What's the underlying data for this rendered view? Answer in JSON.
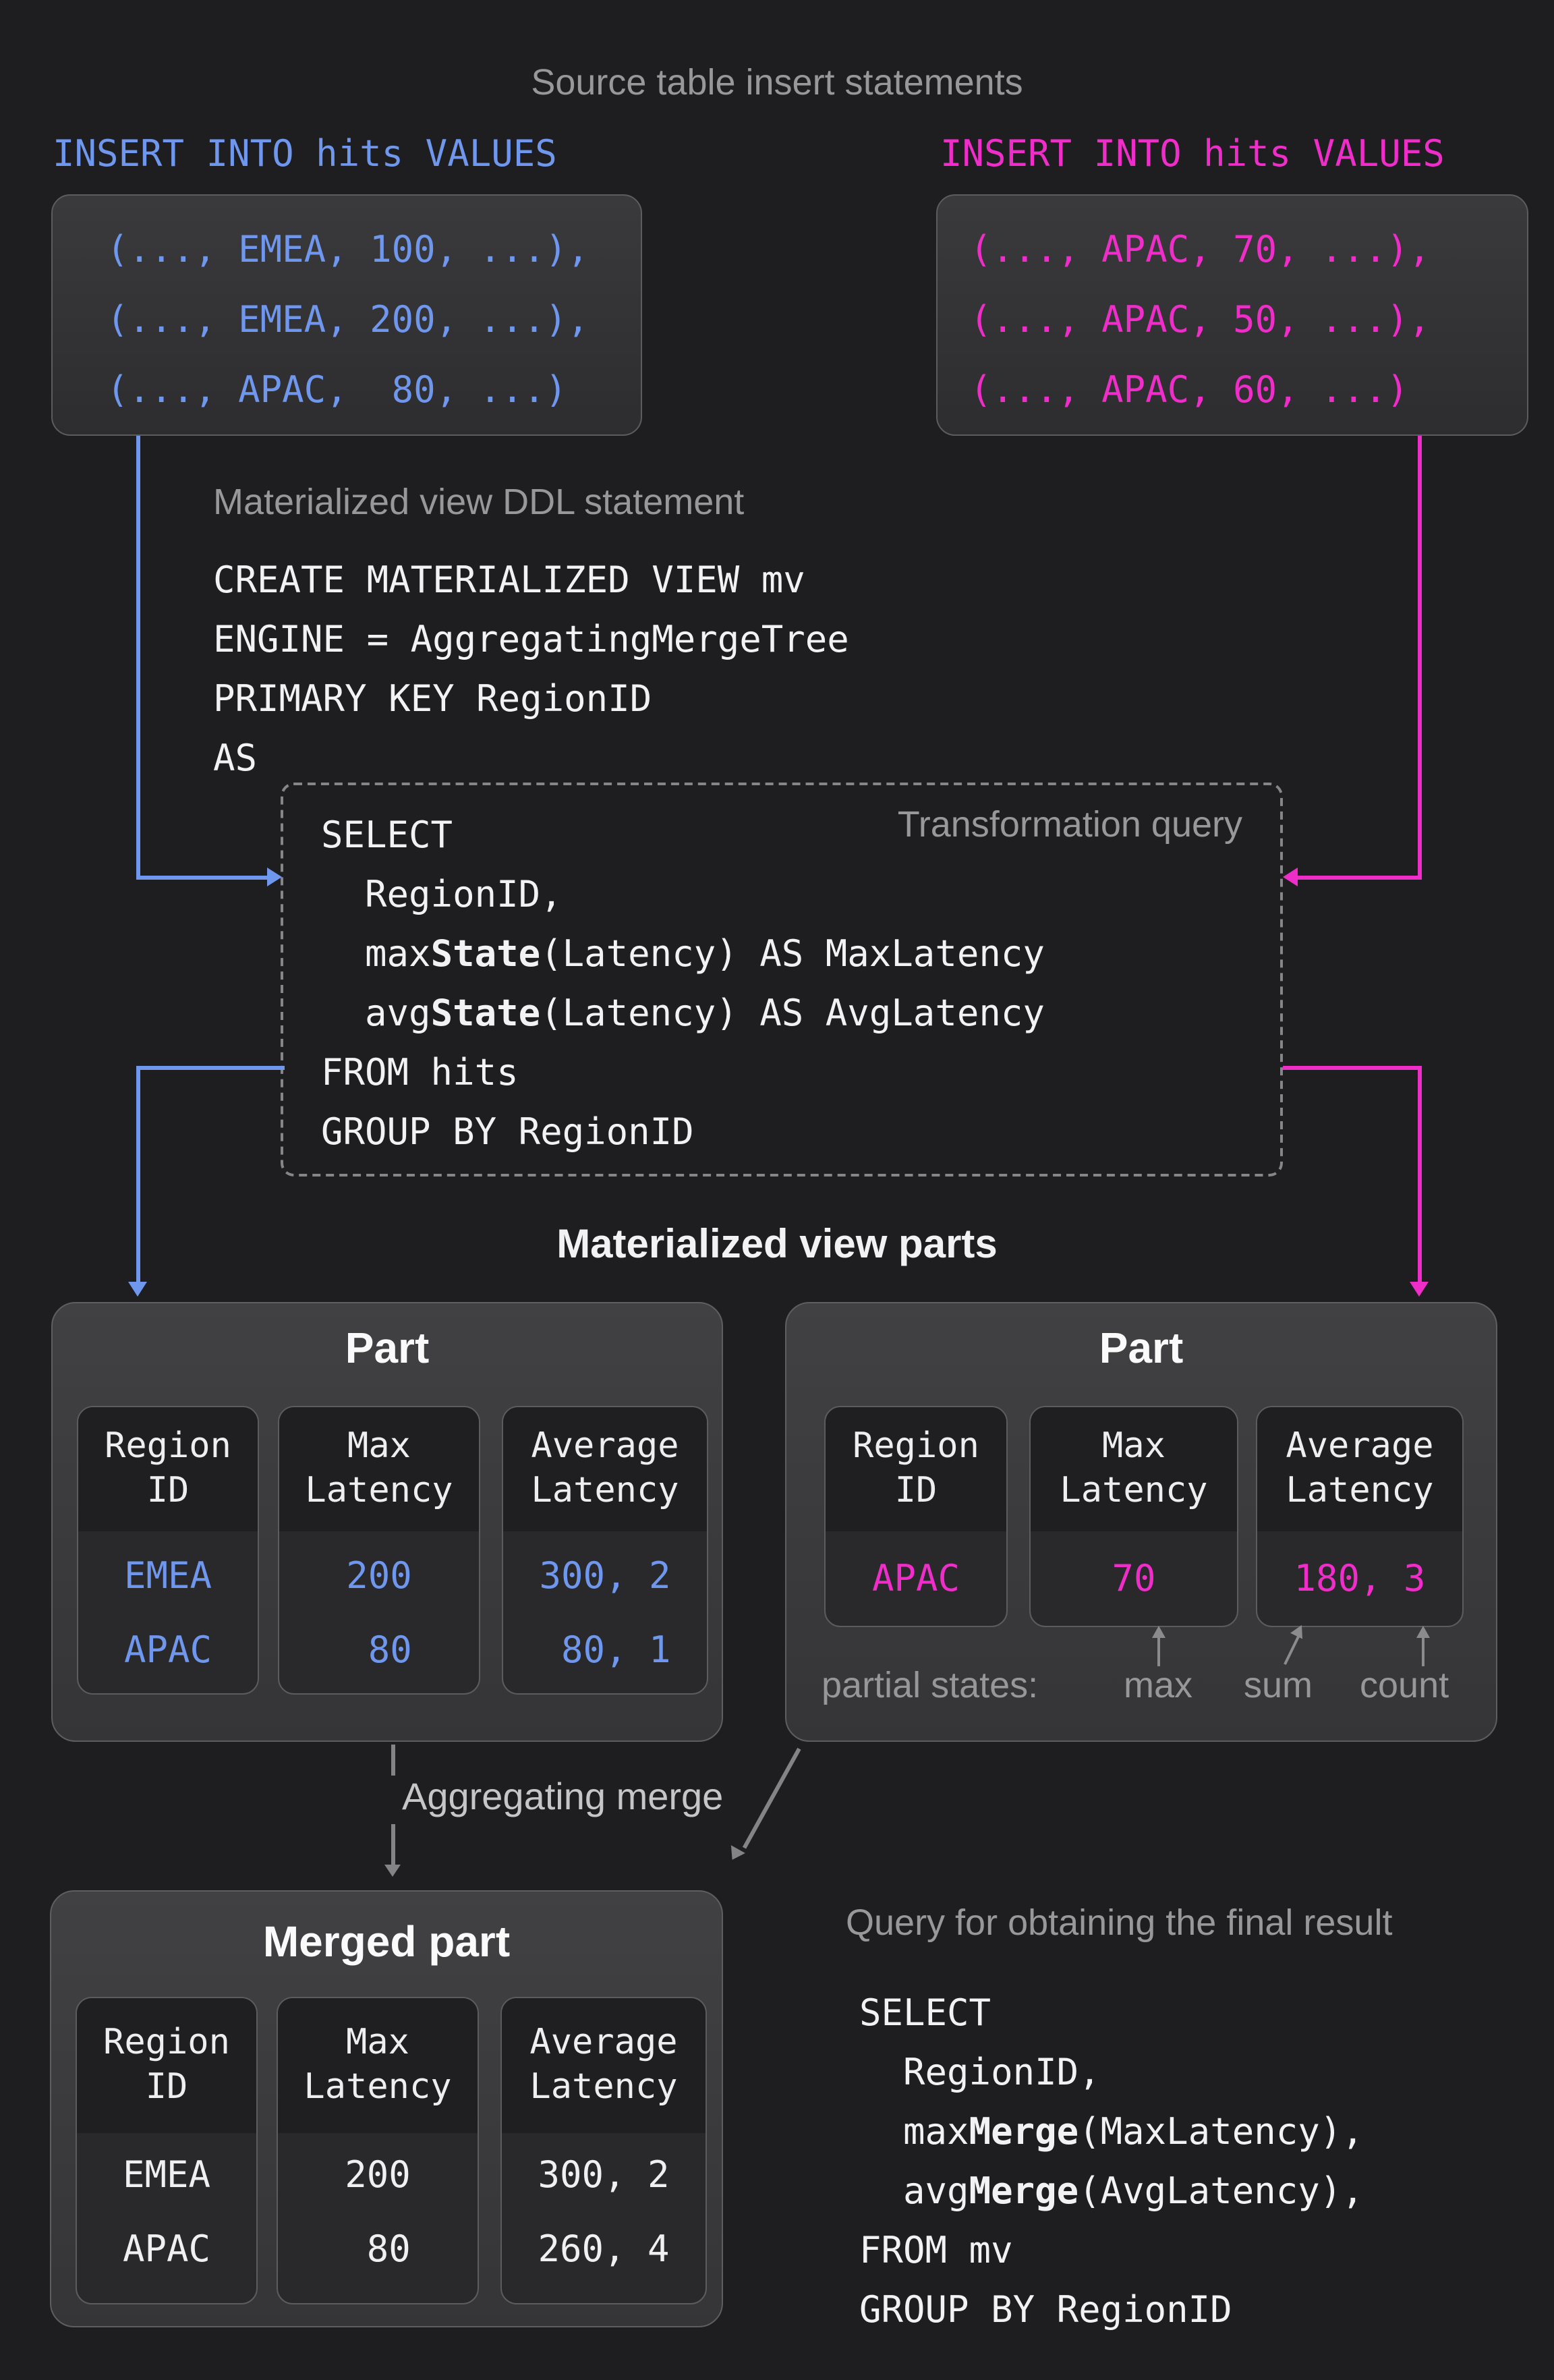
{
  "colors": {
    "accent_blue": "#7097EE",
    "accent_magenta": "#EF2DC9",
    "background": "#1e1e20",
    "panel": "#3a3a3c",
    "card_header": "#1f1f21",
    "card_body": "#29292b",
    "muted_gray": "#98989b",
    "code_white": "#f2f2f4"
  },
  "header": {
    "title": "Source table insert statements"
  },
  "insert_blue": {
    "label": "INSERT INTO hits VALUES",
    "lines": [
      "(..., EMEA, 100, ...),",
      "(..., EMEA, 200, ...),",
      "(..., APAC,  80, ...)"
    ]
  },
  "insert_magenta": {
    "label": "INSERT INTO hits VALUES",
    "lines": [
      "(..., APAC, 70, ...),",
      "(..., APAC, 50, ...),",
      "(..., APAC, 60, ...)"
    ]
  },
  "ddl": {
    "label": "Materialized view DDL statement",
    "lines": [
      "CREATE MATERIALIZED VIEW mv",
      "ENGINE = AggregatingMergeTree",
      "PRIMARY KEY RegionID",
      "AS"
    ]
  },
  "transform_query": {
    "label": "Transformation query",
    "lines": [
      "SELECT",
      "  RegionID,",
      "  max**State**(Latency) AS MaxLatency",
      "  avg**State**(Latency) AS AvgLatency",
      "FROM hits",
      "GROUP BY RegionID"
    ]
  },
  "parts_section": {
    "heading": "Materialized view parts"
  },
  "part_left": {
    "title": "Part",
    "columns": [
      {
        "header": "Region ID",
        "values": [
          "EMEA",
          "APAC"
        ]
      },
      {
        "header": "Max Latency",
        "values": [
          "200",
          " 80"
        ]
      },
      {
        "header": "Average Latency",
        "values": [
          "300, 2",
          " 80, 1"
        ]
      }
    ]
  },
  "part_right": {
    "title": "Part",
    "columns": [
      {
        "header": "Region ID",
        "values": [
          "APAC"
        ]
      },
      {
        "header": "Max Latency",
        "values": [
          "70"
        ]
      },
      {
        "header": "Average Latency",
        "values": [
          "180, 3"
        ]
      }
    ],
    "caption": {
      "label": "partial states:",
      "items": [
        "max",
        "sum",
        "count"
      ]
    }
  },
  "merge_arrow": {
    "label": "Aggregating merge"
  },
  "merged_part": {
    "title": "Merged part",
    "columns": [
      {
        "header": "Region ID",
        "values": [
          "EMEA",
          "APAC"
        ]
      },
      {
        "header": "Max Latency",
        "values": [
          "200",
          " 80"
        ]
      },
      {
        "header": "Average Latency",
        "values": [
          "300, 2",
          "260, 4"
        ]
      }
    ]
  },
  "final_query": {
    "label": "Query for obtaining the final result",
    "lines": [
      "SELECT",
      "  RegionID,",
      "  max**Merge**(MaxLatency),",
      "  avg**Merge**(AvgLatency),",
      "FROM mv",
      "GROUP BY RegionID"
    ]
  }
}
